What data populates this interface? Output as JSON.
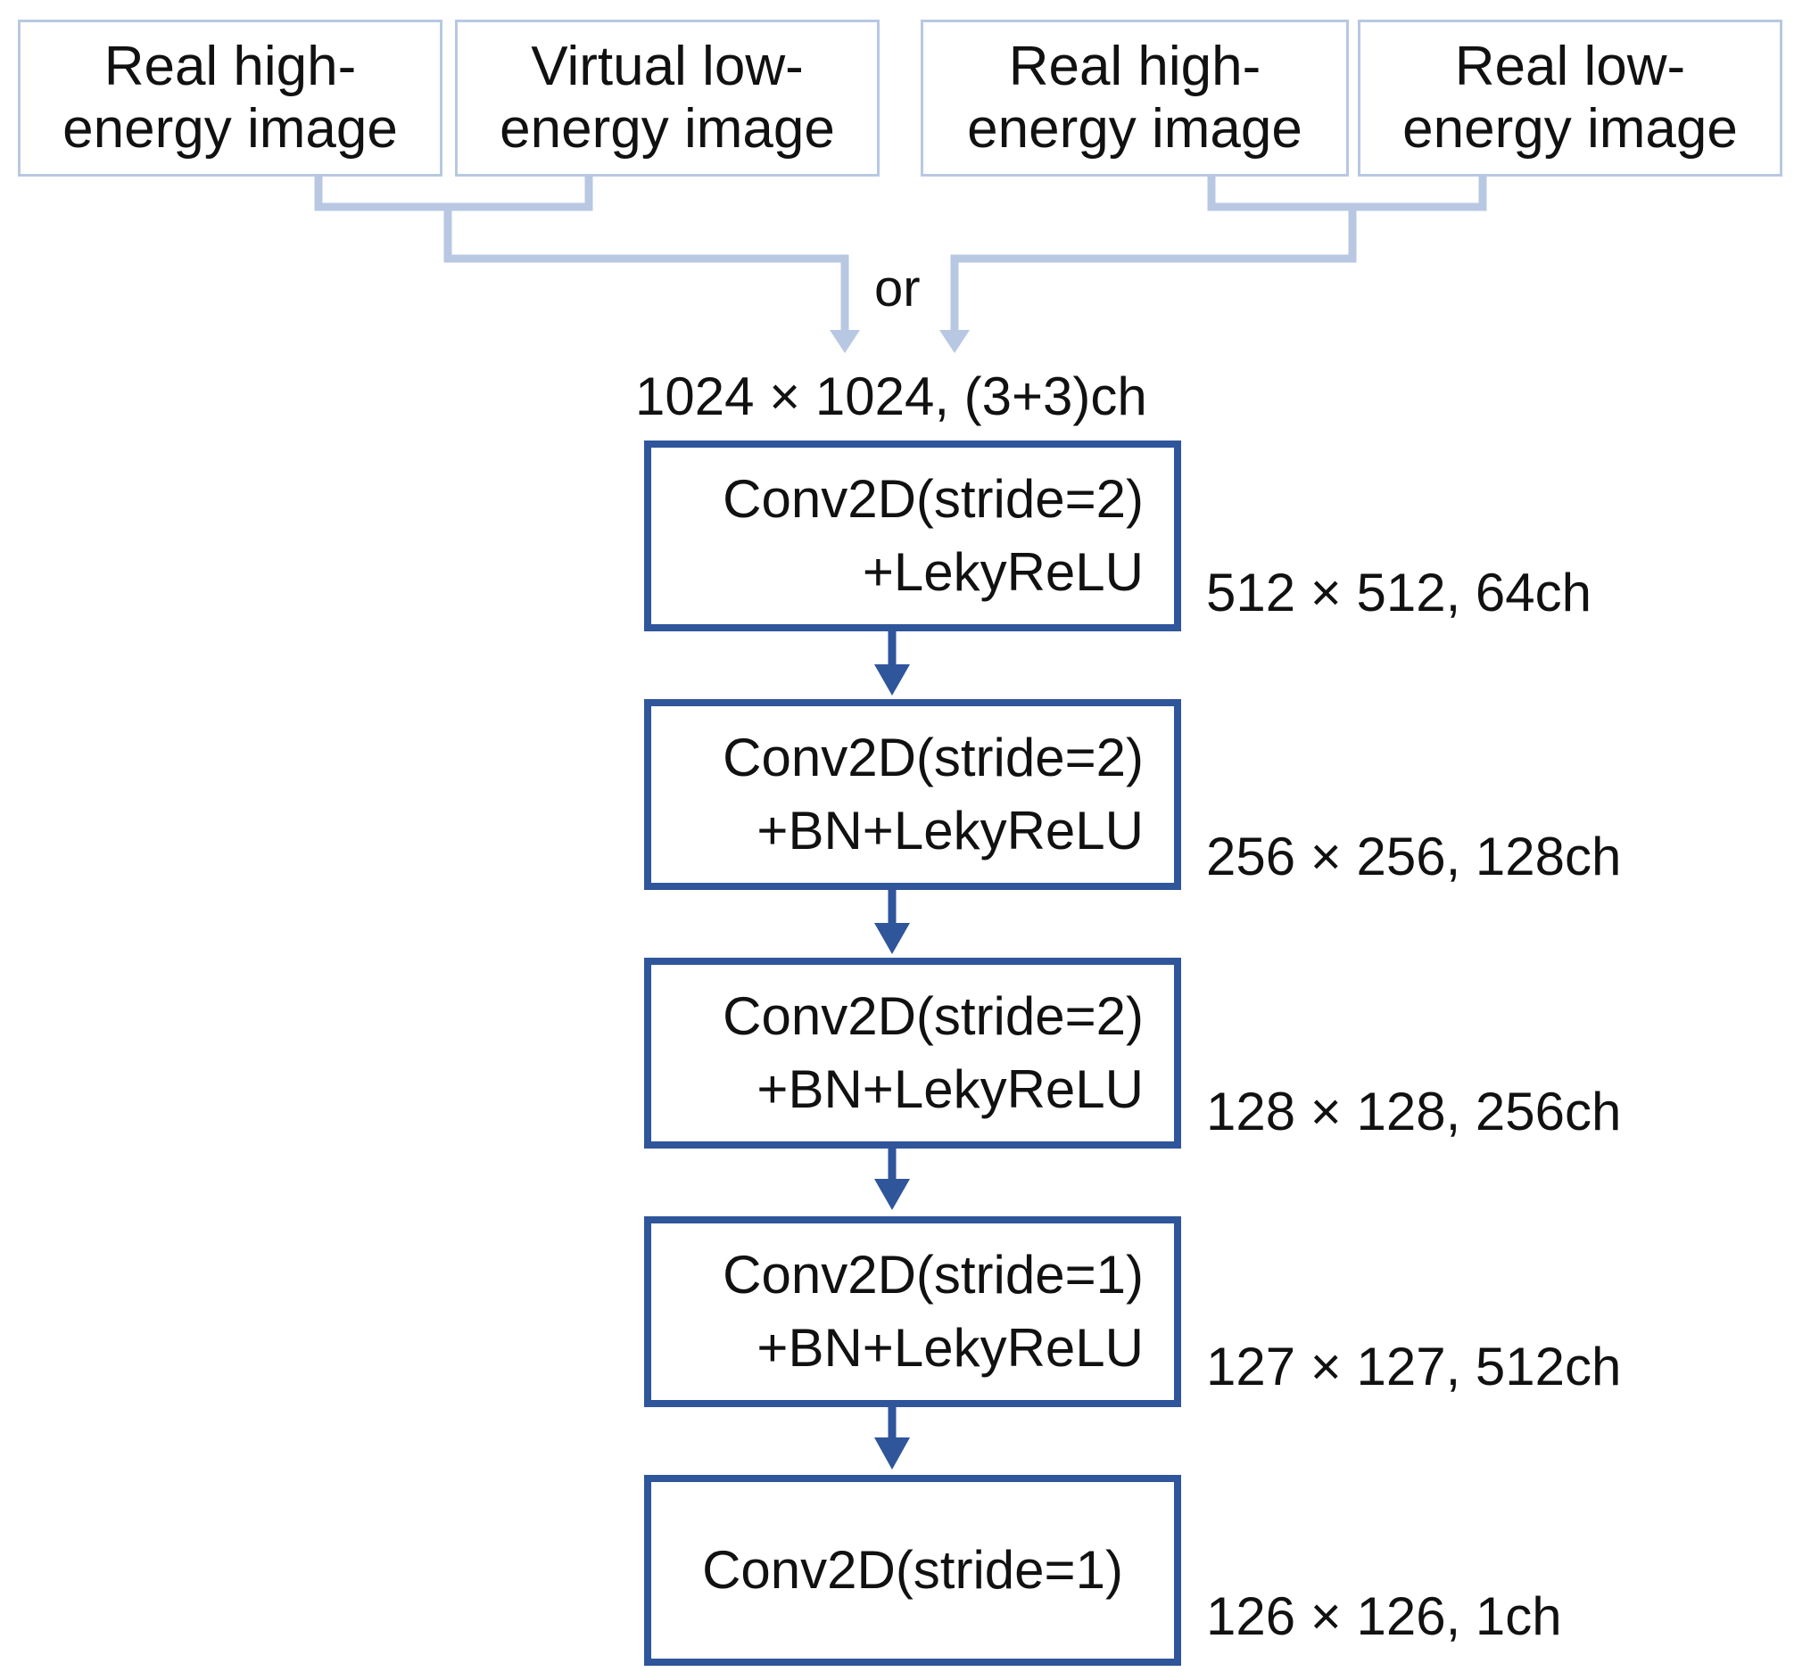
{
  "inputs": {
    "pair_a": [
      {
        "label": "Real high-\nenergy image"
      },
      {
        "label": "Virtual  low-\nenergy image"
      }
    ],
    "pair_b": [
      {
        "label": "Real high-\nenergy image"
      },
      {
        "label": "Real low-\nenergy image"
      }
    ],
    "or_text": "or"
  },
  "input_shape": "1024 × 1024, (3+3)ch",
  "layers": [
    {
      "line1": "Conv2D(stride=2)",
      "line2": "+LekyReLU",
      "output": "512 × 512, 64ch"
    },
    {
      "line1": "Conv2D(stride=2)",
      "line2": "+BN+LekyReLU",
      "output": "256 × 256, 128ch"
    },
    {
      "line1": "Conv2D(stride=2)",
      "line2": "+BN+LekyReLU",
      "output": "128 × 128, 256ch"
    },
    {
      "line1": "Conv2D(stride=1)",
      "line2": "+BN+LekyReLU",
      "output": "127 × 127, 512ch"
    },
    {
      "line1": "Conv2D(stride=1)",
      "output": "126 × 126, 1ch"
    }
  ],
  "colors": {
    "layer_border": "#2f559b",
    "input_border": "#b8c8e2",
    "connector_light": "#b8c8e2",
    "arrow_dark": "#2f559b"
  }
}
